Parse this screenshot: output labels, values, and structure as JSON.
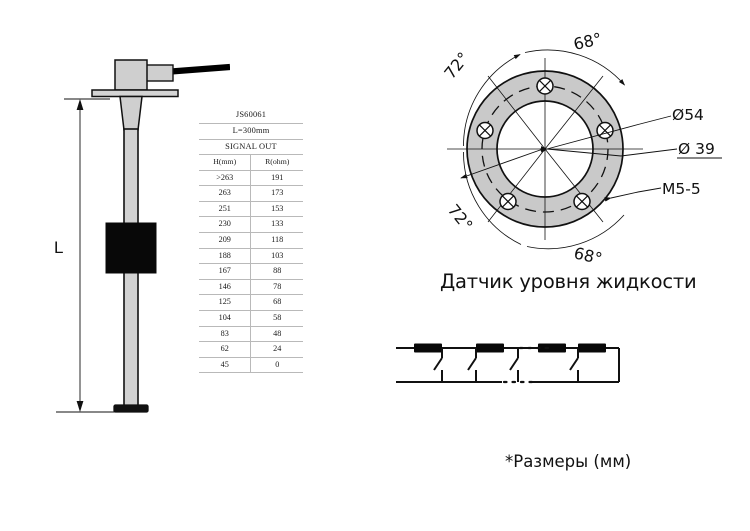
{
  "sensor": {
    "name": "fuel-level-sensor-drawing",
    "length_label": "L",
    "parts": [
      "head-block",
      "connector",
      "cable",
      "flange-plate",
      "neck",
      "tube",
      "float",
      "base-stop"
    ]
  },
  "table": {
    "model": "JS60061",
    "length": "L=300mm",
    "signal": "SIGNAL OUT",
    "headers": [
      "H(mm)",
      "R(ohm)"
    ],
    "rows": [
      [
        ">263",
        "191"
      ],
      [
        "263",
        "173"
      ],
      [
        "251",
        "153"
      ],
      [
        "230",
        "133"
      ],
      [
        "209",
        "118"
      ],
      [
        "188",
        "103"
      ],
      [
        "167",
        "88"
      ],
      [
        "146",
        "78"
      ],
      [
        "125",
        "68"
      ],
      [
        "104",
        "58"
      ],
      [
        "83",
        "48"
      ],
      [
        "62",
        "24"
      ],
      [
        "45",
        "0"
      ]
    ]
  },
  "flange": {
    "caption": "Датчик уровня жидкости",
    "angle_top": "68°",
    "angle_bottom": "68°",
    "angle_left_top": "72°",
    "angle_left_bottom": "72°",
    "outer_diameter": "Ø54",
    "bolt_circle_diameter": "Ø 39",
    "thread": "M5-5",
    "hole_count": 5,
    "fill_color": "#c9c9c9",
    "line_color": "#1a1a1a"
  },
  "circuit": {
    "name": "resistor-ladder-schematic",
    "resistor_count": 4,
    "switch_count": 4
  },
  "notes": {
    "units": "*Размеры (мм)"
  }
}
